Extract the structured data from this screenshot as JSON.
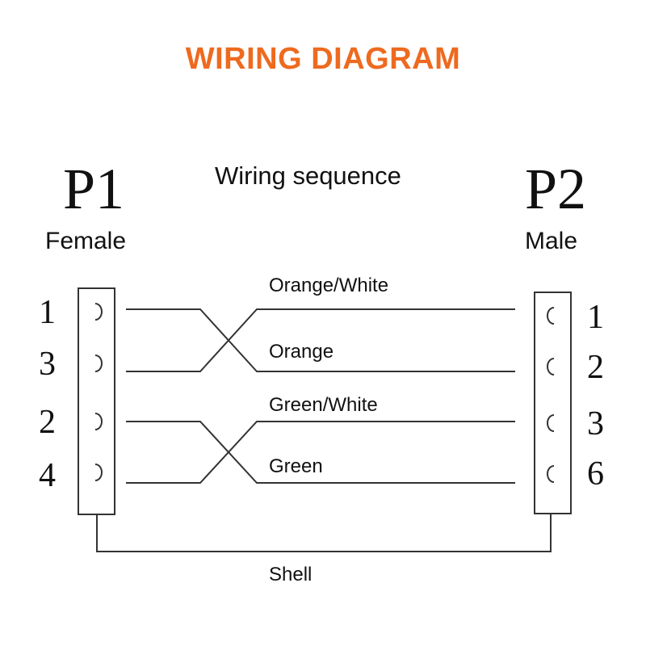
{
  "title": "WIRING DIAGRAM",
  "subtitle": "Wiring sequence",
  "colors": {
    "title": "#ee6a1f",
    "line": "#333333"
  },
  "p1": {
    "name": "P1",
    "type": "Female",
    "pins": [
      "1",
      "3",
      "2",
      "4"
    ]
  },
  "p2": {
    "name": "P2",
    "type": "Male",
    "pins": [
      "1",
      "2",
      "3",
      "6"
    ]
  },
  "wires": [
    "Orange/White",
    "Orange",
    "Green/White",
    "Green"
  ],
  "shell_label": "Shell"
}
